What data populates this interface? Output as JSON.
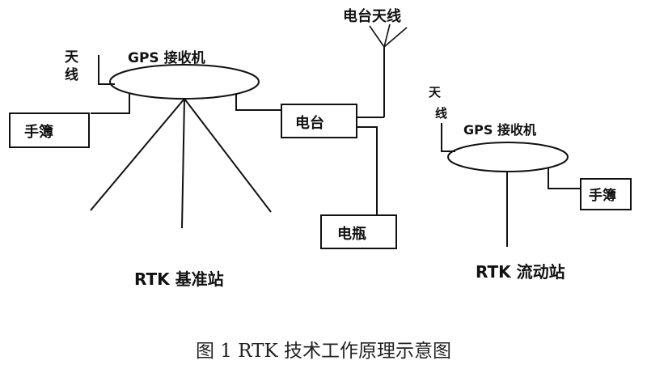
{
  "base_station": {
    "antenna_label_1": "天",
    "antenna_label_2": "线",
    "receiver_label": "GPS 接收机",
    "controller_label": "手簿",
    "radio_label": "电台",
    "radio_antenna_label": "电台天线",
    "battery_label": "电瓶",
    "station_label": "RTK 基准站"
  },
  "rover_station": {
    "antenna_label_1": "天",
    "antenna_label_2": "线",
    "receiver_label": "GPS 接收机",
    "controller_label": "手簿",
    "station_label": "RTK 流动站"
  },
  "caption": "图 1 RTK 技术工作原理示意图"
}
